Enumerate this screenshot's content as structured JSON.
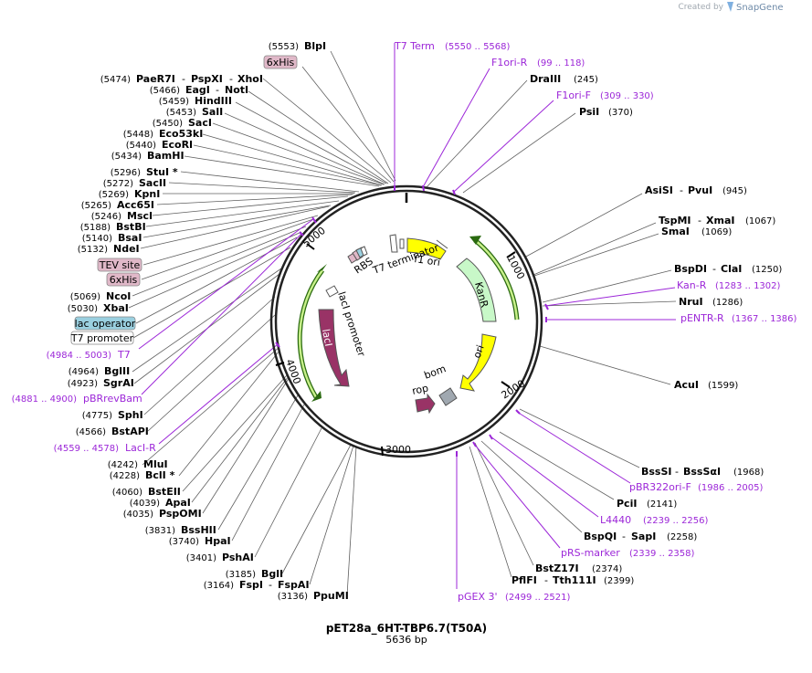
{
  "header": {
    "created_by": "Created by",
    "app": "SnapGene"
  },
  "plasmid": {
    "name": "pET28a_6HT-TBP6.7(T50A)",
    "size": "5636 bp"
  },
  "ticks": [
    "1000",
    "2000",
    "3000",
    "4000",
    "5000"
  ],
  "features": {
    "f1_ori": "f1 ori",
    "kanr": "KanR",
    "ori": "ori",
    "bom": "bom",
    "rop": "rop",
    "laci": "lacI",
    "laci_promoter": "lacI promoter",
    "t7_terminator": "T7 terminator",
    "rbs": "RBS"
  },
  "right_labels": {
    "dra3": {
      "name": "DraIII",
      "pos": "(245)"
    },
    "psi1": {
      "name": "PsiI",
      "pos": "(370)"
    },
    "asisi": {
      "name": "AsiSI",
      "name2": "PvuI",
      "pos": "(945)"
    },
    "tspmi": {
      "name": "TspMI",
      "name2": "XmaI",
      "pos": "(1067)"
    },
    "smai": {
      "name": "SmaI",
      "pos": "(1069)"
    },
    "bspdi": {
      "name": "BspDI",
      "name2": "ClaI",
      "pos": "(1250)"
    },
    "nrui": {
      "name": "NruI",
      "pos": "(1286)"
    },
    "acui": {
      "name": "AcuI",
      "pos": "(1599)"
    },
    "bsssi": {
      "name": "BssSI",
      "name2": "BssSαI",
      "pos": "(1968)"
    },
    "pcii": {
      "name": "PciI",
      "pos": "(2141)"
    },
    "bspqi": {
      "name": "BspQI",
      "name2": "SapI",
      "pos": "(2258)"
    },
    "bstz17i": {
      "name": "BstZ17I",
      "pos": "(2374)"
    },
    "pflfi": {
      "name": "PflFI",
      "name2": "Tth111I",
      "pos": "(2399)"
    }
  },
  "right_primers": {
    "t7term": {
      "name": "T7 Term",
      "pos": "(5550 .. 5568)"
    },
    "f1ori_r": {
      "name": "F1ori-R",
      "pos": "(99 .. 118)"
    },
    "f1ori_f": {
      "name": "F1ori-F",
      "pos": "(309 .. 330)"
    },
    "kan_r": {
      "name": "Kan-R",
      "pos": "(1283 .. 1302)"
    },
    "pentr_r": {
      "name": "pENTR-R",
      "pos": "(1367 .. 1386)"
    },
    "pbr322": {
      "name": "pBR322ori-F",
      "pos": "(1986 .. 2005)"
    },
    "l4440": {
      "name": "L4440",
      "pos": "(2239 .. 2256)"
    },
    "prs": {
      "name": "pRS-marker",
      "pos": "(2339 .. 2358)"
    },
    "pgex": {
      "name": "pGEX 3'",
      "pos": "(2499 .. 2521)"
    }
  },
  "left_labels": {
    "blpi": {
      "name": "BlpI",
      "pos": "(5553)"
    },
    "paer7i": {
      "name": "PaeR7I",
      "name2": "PspXI",
      "name3": "XhoI",
      "pos": "(5474)"
    },
    "eagi": {
      "name": "EagI",
      "name2": "NotI",
      "pos": "(5466)"
    },
    "hind3": {
      "name": "HindIII",
      "pos": "(5459)"
    },
    "sali": {
      "name": "SalI",
      "pos": "(5453)"
    },
    "saci": {
      "name": "SacI",
      "pos": "(5450)"
    },
    "eco53ki": {
      "name": "Eco53kI",
      "pos": "(5448)"
    },
    "ecori": {
      "name": "EcoRI",
      "pos": "(5440)"
    },
    "bamhi": {
      "name": "BamHI",
      "pos": "(5434)"
    },
    "stui": {
      "name": "StuI *",
      "pos": "(5296)"
    },
    "sacii": {
      "name": "SacII",
      "pos": "(5272)"
    },
    "kpni": {
      "name": "KpnI",
      "pos": "(5269)"
    },
    "acc65i": {
      "name": "Acc65I",
      "pos": "(5265)"
    },
    "msci": {
      "name": "MscI",
      "pos": "(5246)"
    },
    "bstbi": {
      "name": "BstBI",
      "pos": "(5188)"
    },
    "bsai": {
      "name": "BsaI",
      "pos": "(5140)"
    },
    "ndei": {
      "name": "NdeI",
      "pos": "(5132)"
    },
    "ncoi": {
      "name": "NcoI",
      "pos": "(5069)"
    },
    "xbai": {
      "name": "XbaI",
      "pos": "(5030)"
    },
    "bglii": {
      "name": "BglII",
      "pos": "(4964)"
    },
    "sgrai": {
      "name": "SgrAI",
      "pos": "(4923)"
    },
    "sphi": {
      "name": "SphI",
      "pos": "(4775)"
    },
    "bstapi": {
      "name": "BstAPI",
      "pos": "(4566)"
    },
    "mlui": {
      "name": "MluI",
      "pos": "(4242)"
    },
    "bcli": {
      "name": "BclI *",
      "pos": "(4228)"
    },
    "bsteii": {
      "name": "BstEII",
      "pos": "(4060)"
    },
    "apai": {
      "name": "ApaI",
      "pos": "(4039)"
    },
    "pspomi": {
      "name": "PspOMI",
      "pos": "(4035)"
    },
    "bsshii": {
      "name": "BssHII",
      "pos": "(3831)"
    },
    "hpai": {
      "name": "HpaI",
      "pos": "(3740)"
    },
    "pshai": {
      "name": "PshAI",
      "pos": "(3401)"
    },
    "bgli": {
      "name": "BglI",
      "pos": "(3185)"
    },
    "fspi": {
      "name": "FspI",
      "name2": "FspAI",
      "pos": "(3164)"
    },
    "ppumi": {
      "name": "PpuMI",
      "pos": "(3136)"
    }
  },
  "left_boxes": {
    "his1": "6xHis",
    "tev": "TEV site",
    "his2": "6xHis",
    "lacop": "lac operator",
    "t7prom": "T7 promoter"
  },
  "left_primers": {
    "t7": {
      "name": "T7",
      "pos": "(4984 .. 5003)"
    },
    "pbrrev": {
      "name": "pBRrevBam",
      "pos": "(4881 .. 4900)"
    },
    "lacir": {
      "name": "LacI-R",
      "pos": "(4559 .. 4578)"
    }
  },
  "colors": {
    "primer": "#9c27d8",
    "f1ori": "#ffff00",
    "kanr": "#c8f8c8",
    "ori": "#ffff00",
    "laci": "#993366",
    "rop": "#993366",
    "bom": "#a0a8b0",
    "lac_operator": "#9ad0e0",
    "pink_box": "#e0b8c8",
    "green_arc": "#4a9a20"
  }
}
